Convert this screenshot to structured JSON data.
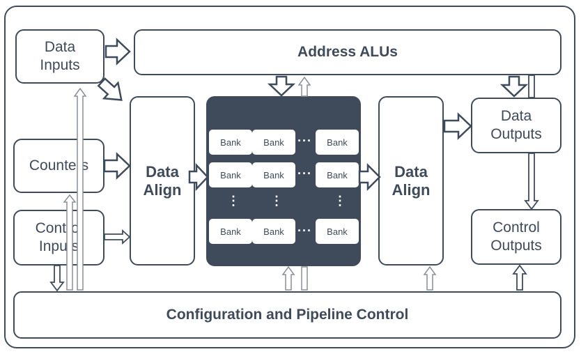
{
  "boxes": {
    "data_inputs": "Data\nInputs",
    "counters": "Counters",
    "control_inputs": "Control\nInputs",
    "address_alus": "Address ALUs",
    "data_align_left": "Data\nAlign",
    "data_align_right": "Data\nAlign",
    "data_outputs": "Data\nOutputs",
    "control_outputs": "Control\nOutputs",
    "config_pipeline": "Configuration and Pipeline Control"
  },
  "banks": {
    "label": "Bank",
    "ellipsis_h": "···",
    "ellipsis_v": "⋮"
  },
  "colors": {
    "stroke": "#3f4a5a",
    "memory_fill": "#3f4a5a",
    "hollow_arrow_stroke": "#8a8f96"
  }
}
